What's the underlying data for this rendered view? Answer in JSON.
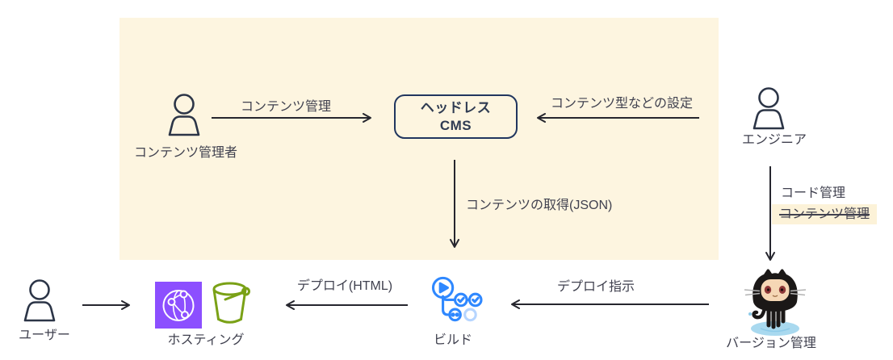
{
  "colors": {
    "background": "#ffffff",
    "panel_bg": "#fdf5e0",
    "highlight_bg": "#fcf2d8",
    "arrow": "#26262e",
    "text": "#40414f",
    "person": "#2c3547",
    "cms_border": "#21365f",
    "cms_text": "#2f3b52",
    "cloudfront_purple": "#8c4fff",
    "s3_green": "#7aa116",
    "actions_blue": "#2f88ff",
    "octocat_body": "#1b1817",
    "octocat_face": "#f5d7b5",
    "octocat_eye": "#8e3838",
    "puddle": "#a9d9ef",
    "whisker": "#b3b3b3"
  },
  "nodes": {
    "content_manager": {
      "label": "コンテンツ管理者",
      "icon": "person-icon"
    },
    "headless_cms": {
      "title_line1": "ヘッドレス",
      "title_line2": "CMS"
    },
    "engineer": {
      "label": "エンジニア",
      "icon": "person-icon"
    },
    "user": {
      "label": "ユーザー",
      "icon": "person-icon"
    },
    "hosting": {
      "label": "ホスティング",
      "icons": [
        "globe-network-icon",
        "bucket-icon"
      ]
    },
    "build": {
      "label": "ビルド",
      "icon": "workflow-icon"
    },
    "version_control": {
      "label": "バージョン管理",
      "icon": "octocat-icon"
    }
  },
  "edges": {
    "content_manage": {
      "label": "コンテンツ管理",
      "from": "content_manager",
      "to": "headless_cms"
    },
    "content_type_setting": {
      "label": "コンテンツ型などの設定",
      "from": "engineer",
      "to": "headless_cms"
    },
    "code_manage": {
      "label": "コード管理",
      "from": "engineer",
      "to": "version_control"
    },
    "content_manage_deprecated": {
      "label": "コンテンツ管理",
      "struck_through": true
    },
    "fetch_content": {
      "label": "コンテンツの取得(JSON)",
      "from": "headless_cms",
      "to": "build"
    },
    "user_access": {
      "label": "",
      "from": "user",
      "to": "hosting"
    },
    "deploy_html": {
      "label": "デプロイ(HTML)",
      "from": "build",
      "to": "hosting"
    },
    "deploy_instruction": {
      "label": "デプロイ指示",
      "from": "version_control",
      "to": "build"
    }
  }
}
